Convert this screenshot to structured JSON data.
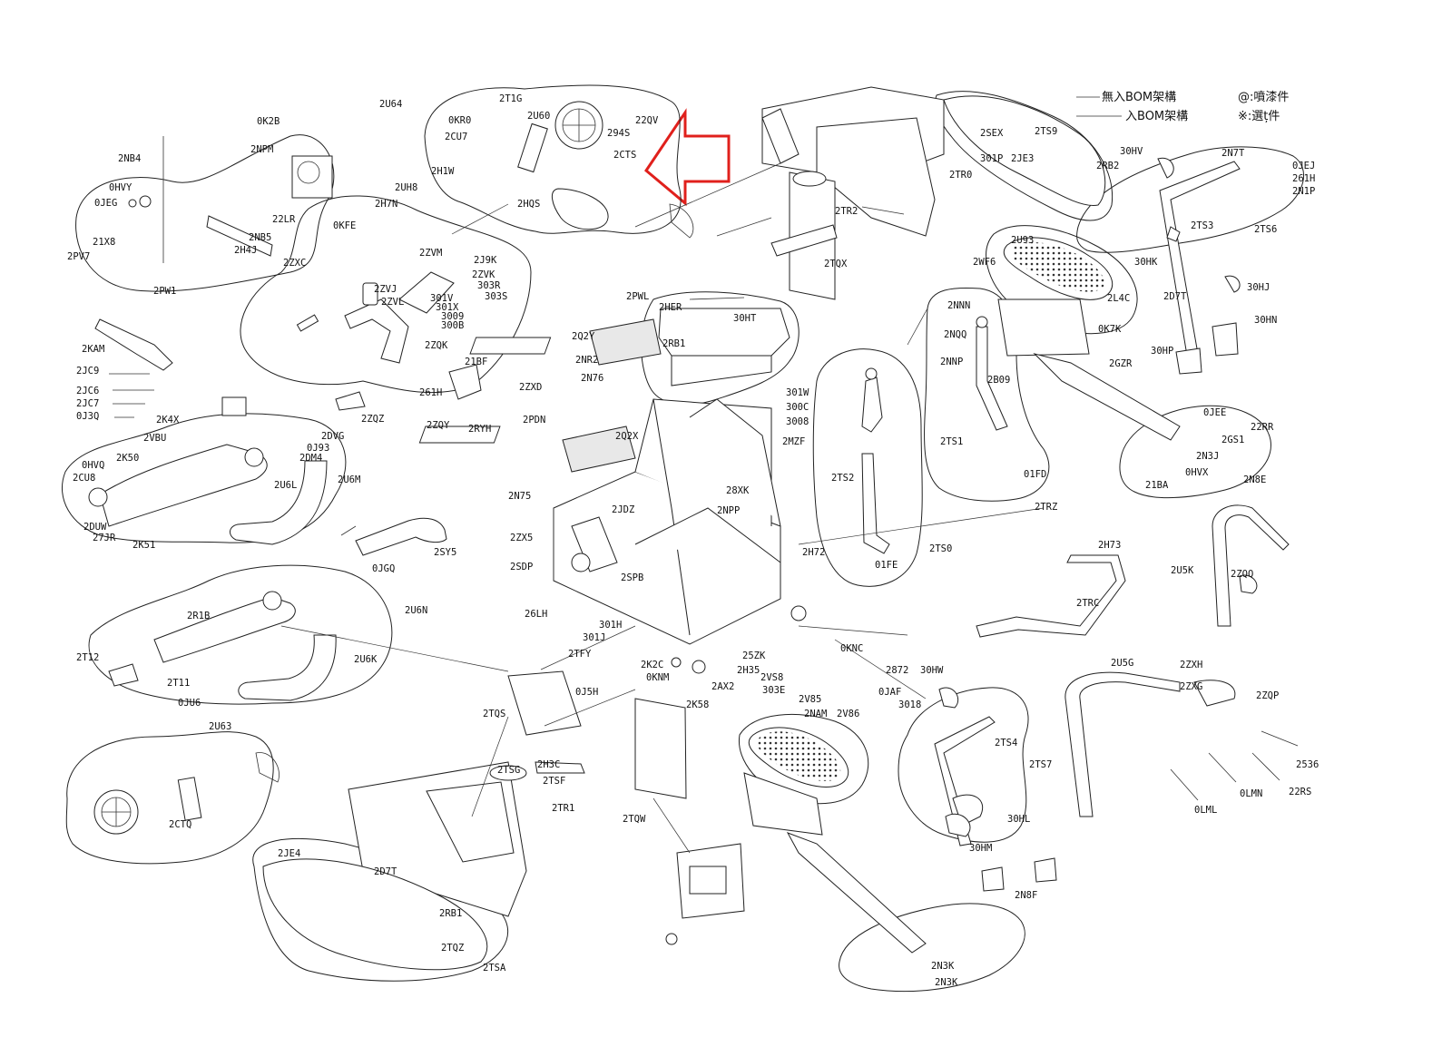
{
  "legend": {
    "line_short": "無入BOM架構",
    "line_long": "入BOM架構",
    "paint_note": "@:噴漆件",
    "option_note": "※:選ț件"
  },
  "labels": [
    "2U64",
    "2T1G",
    "2U60",
    "0KR0",
    "2CU7",
    "294S",
    "22QV",
    "2CTS",
    "0K2B",
    "2NPM",
    "2NB4",
    "0HVY",
    "0JEG",
    "22LR",
    "2NB5",
    "2H4J",
    "21X8",
    "2PV7",
    "2PW1",
    "2UH8",
    "2H1W",
    "2H7N",
    "2HQS",
    "0KFE",
    "2ZXC",
    "2ZVM",
    "2J9K",
    "2ZVK",
    "303R",
    "303S",
    "2ZVJ",
    "301V",
    "301X",
    "3009",
    "300B",
    "2ZVL",
    "2ZQK",
    "21BF",
    "261H",
    "2ZXD",
    "2ZQZ",
    "2ZQY",
    "2RYH",
    "2KAM",
    "2JC9",
    "2JC6",
    "2JC7",
    "0J3Q",
    "2K4X",
    "2VBU",
    "2DVG",
    "0J93",
    "2DM4",
    "0HVQ",
    "2K50",
    "2CU8",
    "2U6L",
    "2U6M",
    "2DUW",
    "27JR",
    "2K51",
    "2SY5",
    "0JGQ",
    "2TR2",
    "2TQX",
    "2SEX",
    "2TS9",
    "301P",
    "2JE3",
    "2TR0",
    "2PWL",
    "2HER",
    "30HT",
    "2RB1",
    "2Q2Y",
    "2NR2",
    "2N76",
    "2PDN",
    "2Q2X",
    "301W",
    "300C",
    "3008",
    "2MZF",
    "28XK",
    "2NPP",
    "2N75",
    "2JDZ",
    "2ZX5",
    "2SDP",
    "2SPB",
    "26LH",
    "301H",
    "301J",
    "2TFY",
    "2K2C",
    "0KNM",
    "2AX2",
    "2H35",
    "2K58",
    "25ZK",
    "2VS8",
    "0KNC",
    "2872",
    "0JAF",
    "303E",
    "2V85",
    "2NAM",
    "2V86",
    "3018",
    "30HW",
    "30HV",
    "2RB2",
    "2N7T",
    "0JEJ",
    "261H",
    "2N1P",
    "2TS3",
    "2TS6",
    "2U93",
    "2WF6",
    "2L4C",
    "0K7K",
    "2GZR",
    "30HK",
    "30HJ",
    "2D7T",
    "30HN",
    "30HP",
    "2NNN",
    "2NQQ",
    "2NNP",
    "2B09",
    "2TS1",
    "01FD",
    "2TRZ",
    "2TS2",
    "2H72",
    "01FE",
    "2TS0",
    "0JEE",
    "22RR",
    "2GS1",
    "2N3J",
    "2N8E",
    "21BA",
    "0HVX",
    "2H73",
    "2TRC",
    "2U5K",
    "2ZQQ",
    "2U5G",
    "2ZXH",
    "2ZXG",
    "2ZQP",
    "2536",
    "0LMN",
    "22RS",
    "0LML",
    "2TS4",
    "2TS7",
    "30HL",
    "30HM",
    "2N3K",
    "2N8F",
    "2U63",
    "2CTQ",
    "2TQS",
    "2TSG",
    "2TSF",
    "2TR1",
    "2TQW",
    "2H3C",
    "0J5H",
    "2JE4",
    "2D7T",
    "2TSA",
    "2TQZ",
    "0JU6",
    "2T12",
    "2T11",
    "2R1B",
    "2U6K",
    "2U6N",
    "2RB1",
    "2N3K"
  ]
}
